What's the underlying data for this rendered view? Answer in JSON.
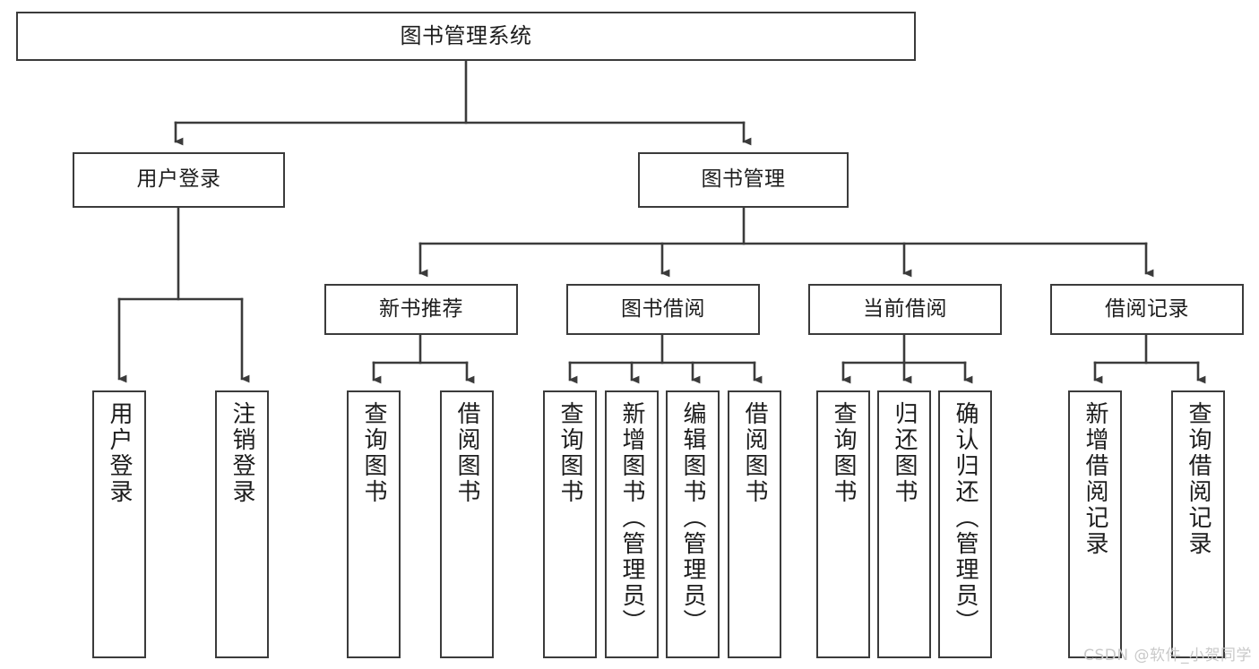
{
  "diagram": {
    "title": "图书管理系统",
    "type": "tree",
    "watermark": "CSDN @软件_小贺同学",
    "colors": {
      "box_border": "#3b3b3b",
      "box_fill": "#ffffff",
      "edge": "#3b3b3b",
      "text": "#1d1d1d",
      "watermark": "#c9c9c9"
    },
    "nodes": {
      "root": {
        "label": "图书管理系统",
        "level": 0,
        "orientation": "horizontal"
      },
      "l1": [
        {
          "id": "user-login",
          "label": "用户登录",
          "level": 1,
          "orientation": "horizontal"
        },
        {
          "id": "book-manage",
          "label": "图书管理",
          "level": 1,
          "orientation": "horizontal"
        }
      ],
      "l2": [
        {
          "id": "new-book-recommend",
          "label": "新书推荐",
          "level": 2,
          "orientation": "horizontal"
        },
        {
          "id": "book-borrow",
          "label": "图书借阅",
          "level": 2,
          "orientation": "horizontal"
        },
        {
          "id": "current-borrow",
          "label": "当前借阅",
          "level": 2,
          "orientation": "horizontal"
        },
        {
          "id": "borrow-record",
          "label": "借阅记录",
          "level": 2,
          "orientation": "horizontal"
        }
      ],
      "leaves": [
        {
          "id": "leaf-user-login",
          "label": "用户登录",
          "parent": "user-login",
          "orientation": "vertical"
        },
        {
          "id": "leaf-user-logout",
          "label": "注销登录",
          "parent": "user-login",
          "orientation": "vertical"
        },
        {
          "id": "leaf-query-book-1",
          "label": "查询图书",
          "parent": "new-book-recommend",
          "orientation": "vertical"
        },
        {
          "id": "leaf-borrow-book-1",
          "label": "借阅图书",
          "parent": "new-book-recommend",
          "orientation": "vertical"
        },
        {
          "id": "leaf-query-book-2",
          "label": "查询图书",
          "parent": "book-borrow",
          "orientation": "vertical"
        },
        {
          "id": "leaf-add-book",
          "label": "新增图书（管理员）",
          "parent": "book-borrow",
          "orientation": "vertical"
        },
        {
          "id": "leaf-edit-book",
          "label": "编辑图书（管理员）",
          "parent": "book-borrow",
          "orientation": "vertical"
        },
        {
          "id": "leaf-borrow-book-2",
          "label": "借阅图书",
          "parent": "book-borrow",
          "orientation": "vertical"
        },
        {
          "id": "leaf-query-book-3",
          "label": "查询图书",
          "parent": "current-borrow",
          "orientation": "vertical"
        },
        {
          "id": "leaf-return-book",
          "label": "归还图书",
          "parent": "current-borrow",
          "orientation": "vertical"
        },
        {
          "id": "leaf-confirm-return",
          "label": "确认归还（管理员）",
          "parent": "current-borrow",
          "orientation": "vertical"
        },
        {
          "id": "leaf-add-record",
          "label": "新增借阅记录",
          "parent": "borrow-record",
          "orientation": "vertical"
        },
        {
          "id": "leaf-query-record",
          "label": "查询借阅记录",
          "parent": "borrow-record",
          "orientation": "vertical"
        }
      ]
    }
  }
}
